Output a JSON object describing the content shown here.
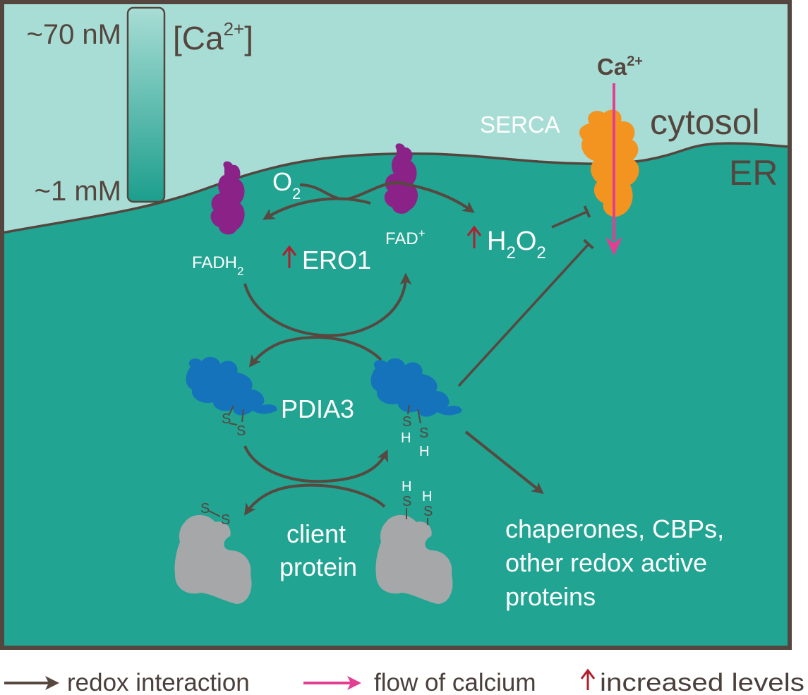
{
  "colors": {
    "cytosol": "#a8ddd5",
    "er_lumen": "#21a492",
    "membrane": "#54463f",
    "frame": "#54463f",
    "ero1": "#8a2288",
    "serca": "#f39320",
    "pdia3": "#1573bb",
    "client": "#a6a7a9",
    "redox_arrow": "#574840",
    "calcium_arrow": "#e23f92",
    "increase_arrow": "#b11f2e",
    "text_white": "#ffffff",
    "text_dark": "#54463f"
  },
  "gradient_bar": {
    "top_label": "~70 nM",
    "bottom_label": "~1 mM",
    "title": "[Ca",
    "title_sup": "2+",
    "title_close": "]",
    "top_color": "#a8ddd5",
    "bottom_color": "#1c9e8d"
  },
  "compartments": {
    "cytosol": "cytosol",
    "er": "ER"
  },
  "serca": {
    "label": "SERCA",
    "ion": "Ca",
    "ion_sup": "2+"
  },
  "ero1": {
    "label": "ERO1",
    "fadh2": "FADH",
    "fadh2_sub": "2",
    "fad": "FAD",
    "fad_sup": "+",
    "oxygen": "O",
    "oxygen_sub": "2"
  },
  "h2o2": {
    "h": "H",
    "sub1": "2",
    "o": "O",
    "sub2": "2"
  },
  "pdia3": {
    "label": "PDIA3",
    "s": "S",
    "h": "H"
  },
  "client": {
    "line1": "client",
    "line2": "protein",
    "s": "S",
    "h": "H"
  },
  "targets": {
    "line1": "chaperones, CBPs,",
    "line2": "other  redox active",
    "line3": "proteins"
  },
  "legend": {
    "redox": "redox interaction",
    "calcium": "flow of calcium",
    "increased": "increased levels"
  }
}
